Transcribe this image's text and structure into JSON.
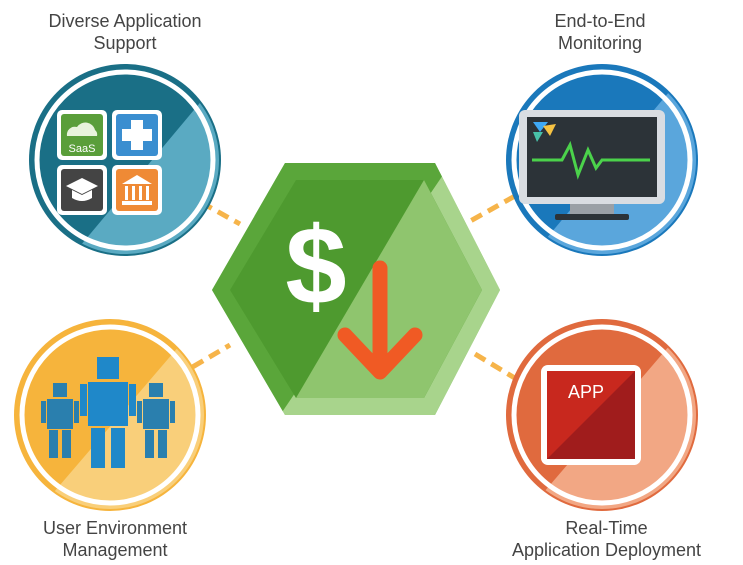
{
  "features": [
    {
      "id": "tl",
      "line1": "Diverse Application",
      "line2": "Support",
      "icon": "app-tiles-icon"
    },
    {
      "id": "tr",
      "line1": "End-to-End",
      "line2": "Monitoring",
      "icon": "monitor-heartbeat-icon"
    },
    {
      "id": "bl",
      "line1": "User Environment",
      "line2": "Management",
      "icon": "users-icon"
    },
    {
      "id": "br",
      "line1": "Real-Time",
      "line2": "Application Deployment",
      "icon": "app-tile-icon"
    }
  ],
  "tiles": {
    "saas": "SaaS"
  },
  "app_tile": {
    "label": "APP"
  },
  "center": {
    "symbol": "$",
    "icon": "cost-down-icon"
  },
  "colors": {
    "green_dark": "#4e9a2f",
    "green_light": "#9ccf7c",
    "orange_arrow": "#f05a24",
    "dashed_connector": "#f6b44a",
    "blue": "#1a7fc0",
    "teal": "#1f7a8c",
    "yellow": "#f6b43c",
    "red_orange": "#e06a3e"
  }
}
